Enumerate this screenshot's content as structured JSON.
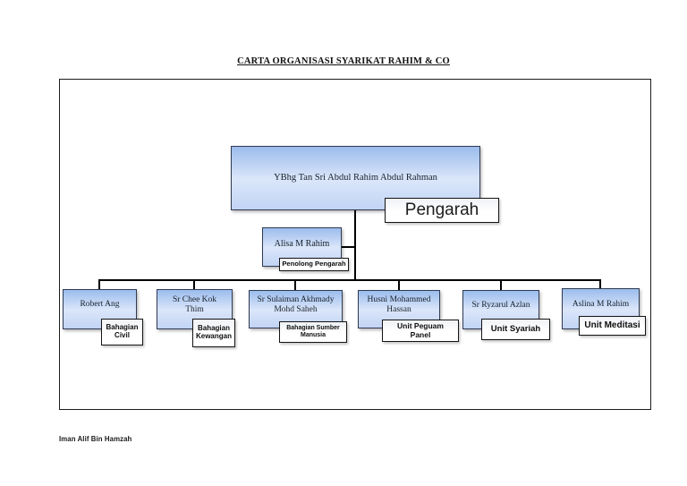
{
  "page": {
    "title": "CARTA ORGANISASI SYARIKAT RAHIM & CO",
    "footer": "Iman Alif Bin Hamzah"
  },
  "chart": {
    "type": "org-chart",
    "root": {
      "name": "YBhg Tan Sri Abdul Rahim Abdul Rahman",
      "role": "Pengarah"
    },
    "assistant": {
      "name": "Alisa M Rahim",
      "role": "Penolong Pengarah"
    },
    "children": [
      {
        "name": "Robert Ang",
        "role": "Bahagian\nCivil"
      },
      {
        "name": "Sr Chee Kok\nThim",
        "role": "Bahagian\nKewangan"
      },
      {
        "name": "Sr Sulaiman Akhmady\nMohd Saheh",
        "role": "Bahagian Sumber\nManusia"
      },
      {
        "name": "Husni Mohammed\nHassan",
        "role": "Unit Peguam\nPanel"
      },
      {
        "name": "Sr Ryzarul Azlan",
        "role": "Unit Syariah"
      },
      {
        "name": "Aslina M Rahim",
        "role": "Unit Meditasi"
      }
    ]
  },
  "colors": {
    "node_grad_top": "#9bbcec",
    "node_grad_mid": "#dbe6fa",
    "node_grad_bottom": "#c1d4f4",
    "node_border": "#2f3b52",
    "tag_bg": "#ffffff",
    "tag_grad_top": "#eff2f6",
    "tag_border": "#141414",
    "line_color": "#000000"
  }
}
